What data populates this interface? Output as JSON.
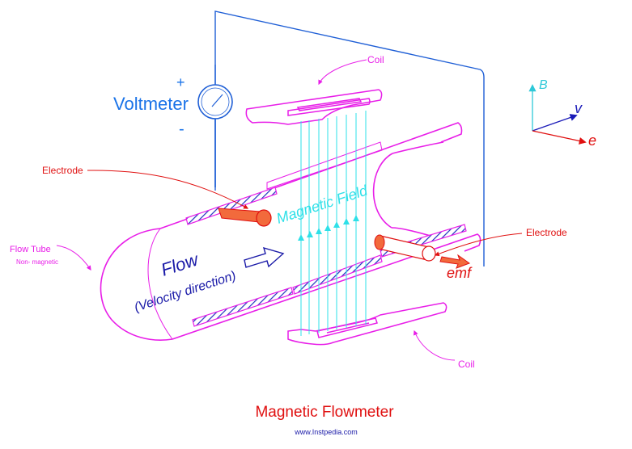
{
  "title": "Magnetic Flowmeter",
  "source": "www.Instpedia.com",
  "labels": {
    "coil_top": "Coil",
    "coil_bottom": "Coil",
    "voltmeter": "Voltmeter",
    "plus": "+",
    "minus": "-",
    "electrode_left": "Electrode",
    "electrode_right": "Electrode",
    "flow_tube": "Flow Tube",
    "non_magnetic": "Non- magnetic",
    "magnetic_field": "Magnetic Field",
    "flow": "Flow",
    "velocity_direction": "(Velocity direction)",
    "emf": "emf"
  },
  "axes": {
    "b": "B",
    "v": "v",
    "e": "e"
  },
  "colors": {
    "tube": "#e81ee8",
    "wire": "#1f5fd6",
    "voltmeter_text": "#1a73e8",
    "field": "#2ee0e8",
    "electrode_label": "#e01010",
    "electrode_fill": "#f26a3c",
    "flow_text": "#1a1aa8",
    "title": "#e01010",
    "source": "#1a1aa8",
    "axis_b": "#2ec8d8",
    "axis_v": "#1a1ab8",
    "axis_e": "#e01010"
  }
}
